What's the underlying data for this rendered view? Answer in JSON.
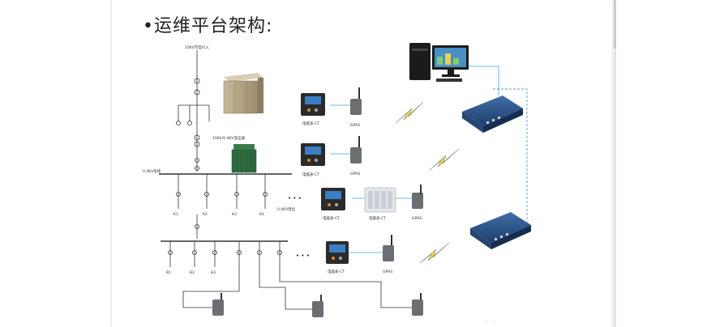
{
  "title": "•运维平台架构:",
  "labels": {
    "incoming": "10KV市电引入",
    "transformer": "10KV/0.4KV变压器",
    "bus": "0.4KV母线",
    "meter1": "电能表-CT",
    "meter2": "电能表-CT",
    "meter3": "电能表-CT",
    "meter4": "电能表-CT",
    "meter5": "电能表-CT",
    "gprs1": "GPRS",
    "gprs2": "GPRS",
    "gprs3": "GPRS",
    "gprs4": "GPRS",
    "f1": "K1",
    "f2": "K2",
    "f3": "K3",
    "f4": "K4",
    "sub_feeder": "0.4KV馈出",
    "bf1": "B1",
    "bf2": "B2",
    "bf3": "B3",
    "dots": "• • •"
  },
  "caption": "·  ·  ·"
}
